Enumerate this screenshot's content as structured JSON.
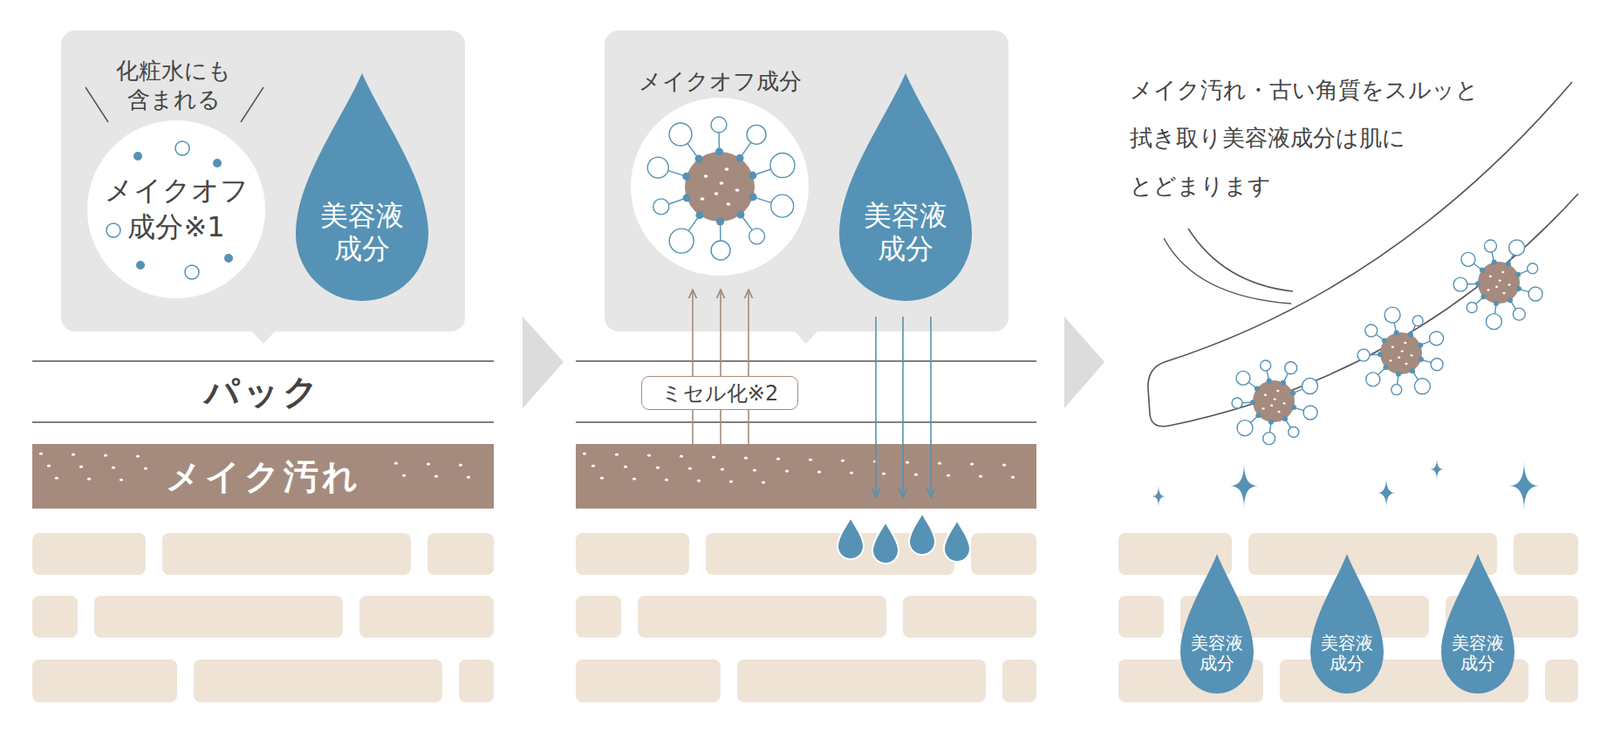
{
  "diagram": {
    "nodes": [
      {
        "text": [
          "化粧水にも 含まれる"
        ]
      },
      {
        "text": [
          "メイクオフ 成分※1"
        ],
        "in": 0
      },
      {
        "text": [
          "美容液 成分"
        ],
        "in": 0
      },
      {
        "text": [
          "パック"
        ]
      },
      {
        "text": [
          "メイク汚れ"
        ]
      },
      {
        "text": [
          "メイクオフ成分"
        ]
      },
      {
        "text": [
          "美容液 成分"
        ],
        "in": 5
      },
      {
        "text": [
          "ミセル化※2"
        ]
      },
      {
        "text": [
          "美容液 成分"
        ]
      },
      {
        "text": [
          "美容液 成分"
        ]
      },
      {
        "text": [
          "美容液 成分"
        ]
      }
    ],
    "labels": [
      "メイク汚れ・古い角質をスルッと 拭き取り美容液成分は肌に とどまります"
    ]
  }
}
